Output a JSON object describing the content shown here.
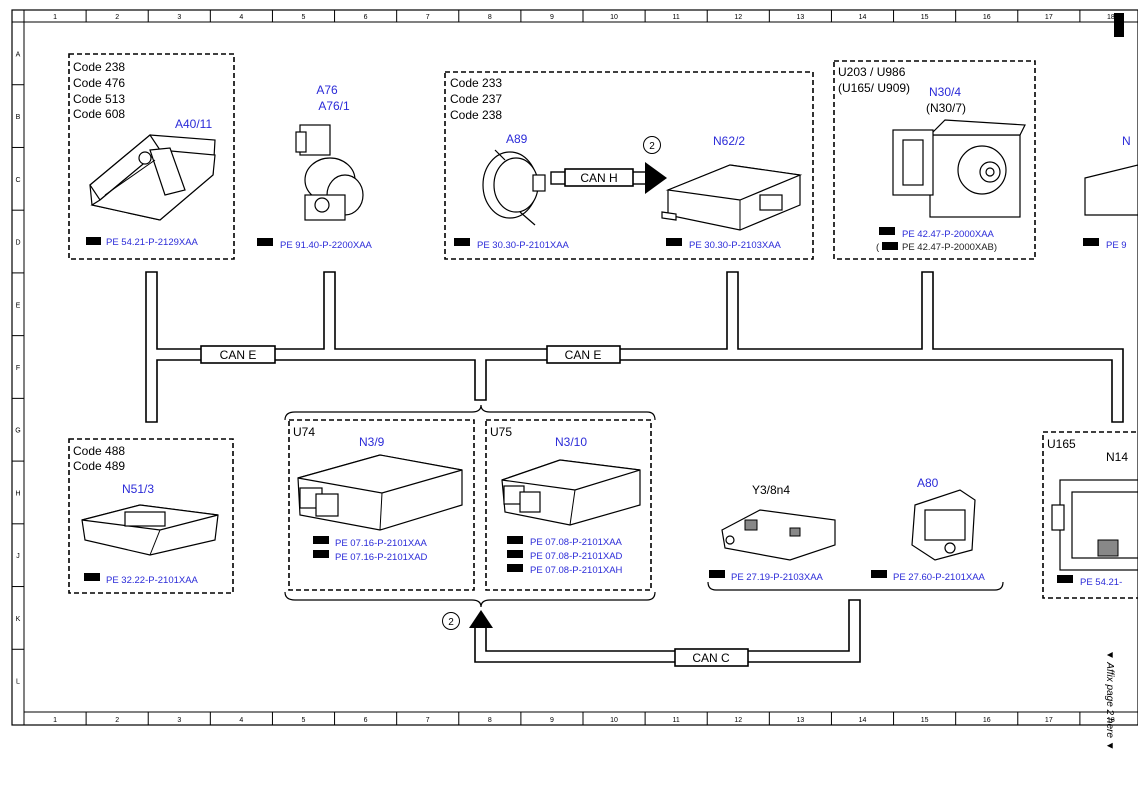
{
  "frame": {
    "col_numbers": [
      "1",
      "2",
      "3",
      "4",
      "5",
      "6",
      "7",
      "8",
      "9",
      "10",
      "11",
      "12",
      "13",
      "14",
      "15",
      "16",
      "17",
      "18"
    ],
    "row_letters": [
      "A",
      "B",
      "C",
      "D",
      "E",
      "F",
      "G",
      "H",
      "J",
      "K",
      "L"
    ],
    "side_note": "▼ Affix page 2 here ▼"
  },
  "buses": {
    "can_e_left": "CAN E",
    "can_e_right": "CAN E",
    "can_h": "CAN H",
    "can_c": "CAN C",
    "marker_top": "2",
    "marker_bottom": "2"
  },
  "components": {
    "a40": {
      "codes": [
        "Code 238",
        "Code 476",
        "Code 513",
        "Code 608"
      ],
      "id": "A40/11",
      "ref": "PE 54.21-P-2129XAA"
    },
    "a76": {
      "id1": "A76",
      "id2": "A76/1",
      "ref": "PE 91.40-P-2200XAA"
    },
    "a89": {
      "codes": [
        "Code 233",
        "Code 237",
        "Code 238"
      ],
      "id": "A89",
      "ref": "PE 30.30-P-2101XAA"
    },
    "n62": {
      "id": "N62/2",
      "ref": "PE 30.30-P-2103XAA"
    },
    "n30": {
      "variant1": "U203 / U986",
      "variant2": "(U165/ U909)",
      "id": "N30/4",
      "id_alt": "(N30/7)",
      "ref1": "PE 42.47-P-2000XAA",
      "ref2": "PE 42.47-P-2000XAB)",
      "ref2_prefix": "("
    },
    "right_top": {
      "id": "N",
      "ref": "PE 9"
    },
    "n51": {
      "codes": [
        "Code 488",
        "Code 489"
      ],
      "id": "N51/3",
      "ref": "PE 32.22-P-2101XAA"
    },
    "n39": {
      "variant": "U74",
      "id": "N3/9",
      "refs": [
        "PE 07.16-P-2101XAA",
        "PE 07.16-P-2101XAD"
      ]
    },
    "n310": {
      "variant": "U75",
      "id": "N3/10",
      "refs": [
        "PE 07.08-P-2101XAA",
        "PE 07.08-P-2101XAD",
        "PE 07.08-P-2101XAH"
      ]
    },
    "y3": {
      "id": "Y3/8n4",
      "ref": "PE 27.19-P-2103XAA"
    },
    "a80": {
      "id": "A80",
      "ref": "PE 27.60-P-2101XAA"
    },
    "n14": {
      "variant": "U165",
      "id": "N14",
      "ref": "PE 54.21-"
    }
  },
  "colors": {
    "label_blue": "#2b2bd8",
    "line": "#000000"
  },
  "icons": {
    "reference": "pointing-hand-icon"
  }
}
